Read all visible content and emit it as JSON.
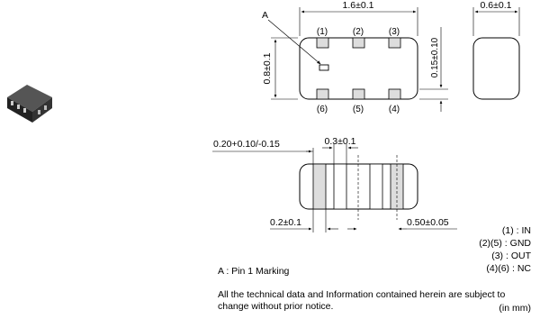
{
  "top_view": {
    "marker_letter": "A",
    "width_dim": "1.6±0.1",
    "height_dim": "0.8±0.1",
    "pad_dim": "0.15±0.10",
    "pins_top": [
      "(1)",
      "(2)",
      "(3)"
    ],
    "pins_bottom": [
      "(6)",
      "(5)",
      "(4)"
    ]
  },
  "side_view": {
    "thickness_dim": "0.6±0.1"
  },
  "bottom_view": {
    "dim_upper_left": "0.20+0.10/-0.15",
    "dim_upper_mid": "0.3±0.1",
    "dim_lower_left": "0.2±0.1",
    "dim_lower_right": "0.50±0.05"
  },
  "pin_legend": [
    {
      "pins": "(1)",
      "name": "IN"
    },
    {
      "pins": "(2)(5)",
      "name": "GND"
    },
    {
      "pins": "(3)",
      "name": "OUT"
    },
    {
      "pins": "(4)(6)",
      "name": "NC"
    }
  ],
  "legend_sep": " : ",
  "marking_note": "A : Pin 1 Marking",
  "disclaimer": "All the technical data and Information contained herein are subject to change without prior notice.",
  "unit_note": "(in mm)"
}
